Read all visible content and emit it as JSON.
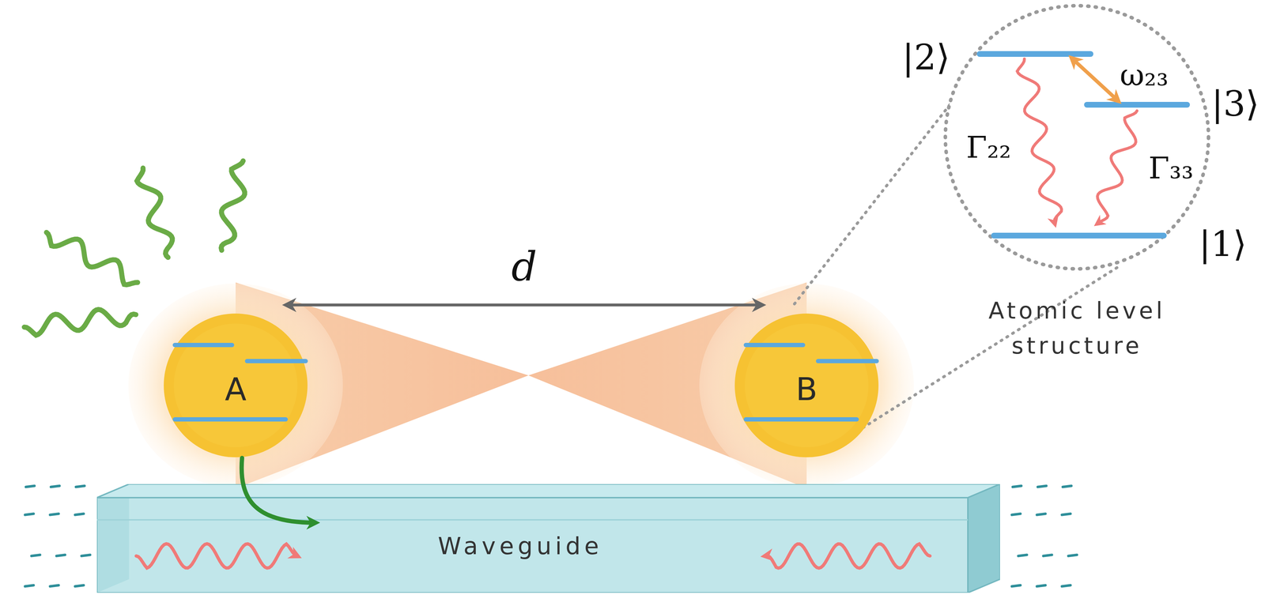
{
  "diagram": {
    "nodes": [
      {
        "text": [
          "A"
        ]
      },
      {
        "text": [
          "B"
        ]
      },
      {
        "text": [
          "Waveguide"
        ]
      }
    ],
    "edges": [
      {
        "from": 0,
        "to": 2,
        "arrow": "to"
      },
      {
        "from": 0,
        "to": 1,
        "label": "d",
        "arrow": "both"
      }
    ],
    "labels": [
      "|2⟩",
      "|3⟩",
      "|1⟩",
      "ω₂₃",
      "Γ₂₂",
      "Γ₃₃",
      "Atomic level structure"
    ]
  }
}
